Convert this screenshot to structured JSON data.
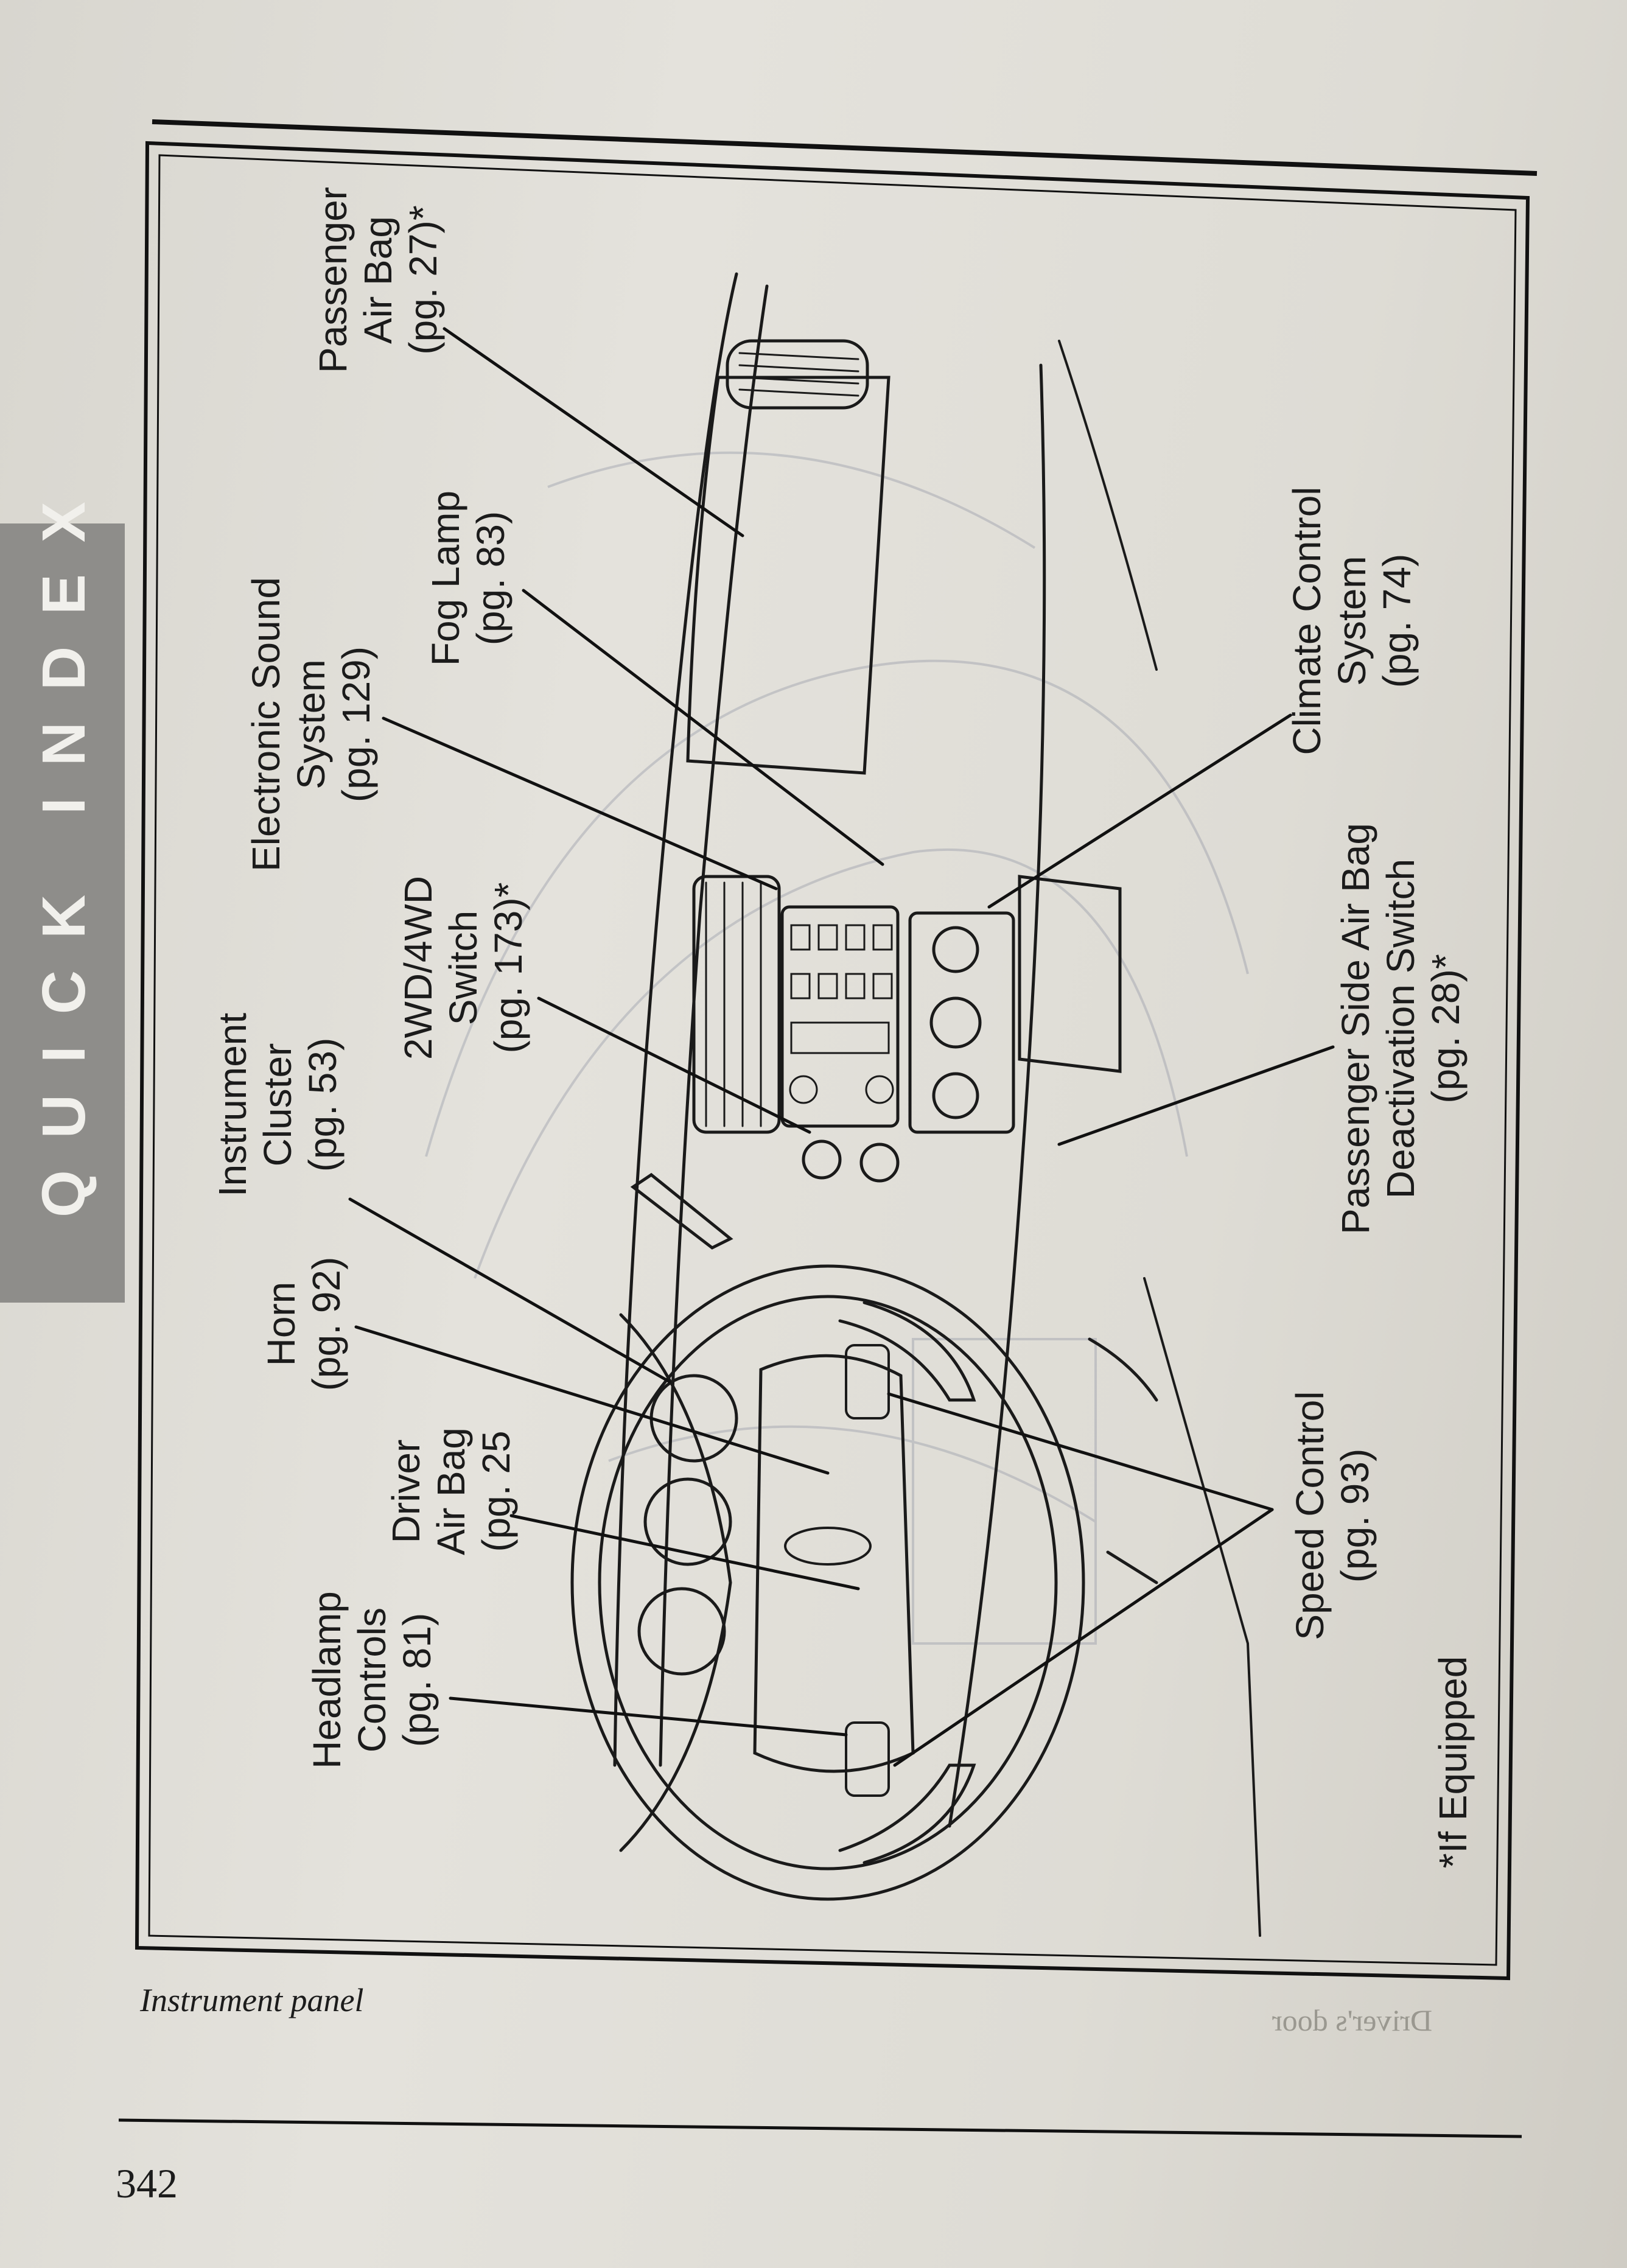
{
  "thumb_tab": {
    "text": "QUICK INDEX"
  },
  "labels": {
    "passenger_air_bag": [
      "Passenger",
      "Air Bag",
      "(pg. 27)*"
    ],
    "fog_lamp": [
      "Fog Lamp",
      "(pg. 83)"
    ],
    "electronic_sound_system": [
      "Electronic Sound",
      "System",
      "(pg. 129)"
    ],
    "switch_2wd_4wd": [
      "2WD/4WD",
      "Switch",
      "(pg. 173)*"
    ],
    "instrument_cluster": [
      "Instrument",
      "Cluster",
      "(pg. 53)"
    ],
    "horn": [
      "Horn",
      "(pg. 92)"
    ],
    "driver_air_bag": [
      "Driver",
      "Air Bag",
      "(pg. 25"
    ],
    "headlamp_controls": [
      "Headlamp",
      "Controls",
      "(pg. 81)"
    ],
    "climate_control_system": [
      "Climate Control",
      "System",
      "(pg. 74)"
    ],
    "passenger_side_air_bag_switch": [
      "Passenger Side Air Bag",
      "Deactivation Switch",
      "(pg. 28)*"
    ],
    "speed_control": [
      "Speed Control",
      "(pg. 93)"
    ],
    "if_equipped": "*If Equipped"
  },
  "caption": "Instrument panel",
  "page_number": "342",
  "bleed_through": "Driver's door"
}
